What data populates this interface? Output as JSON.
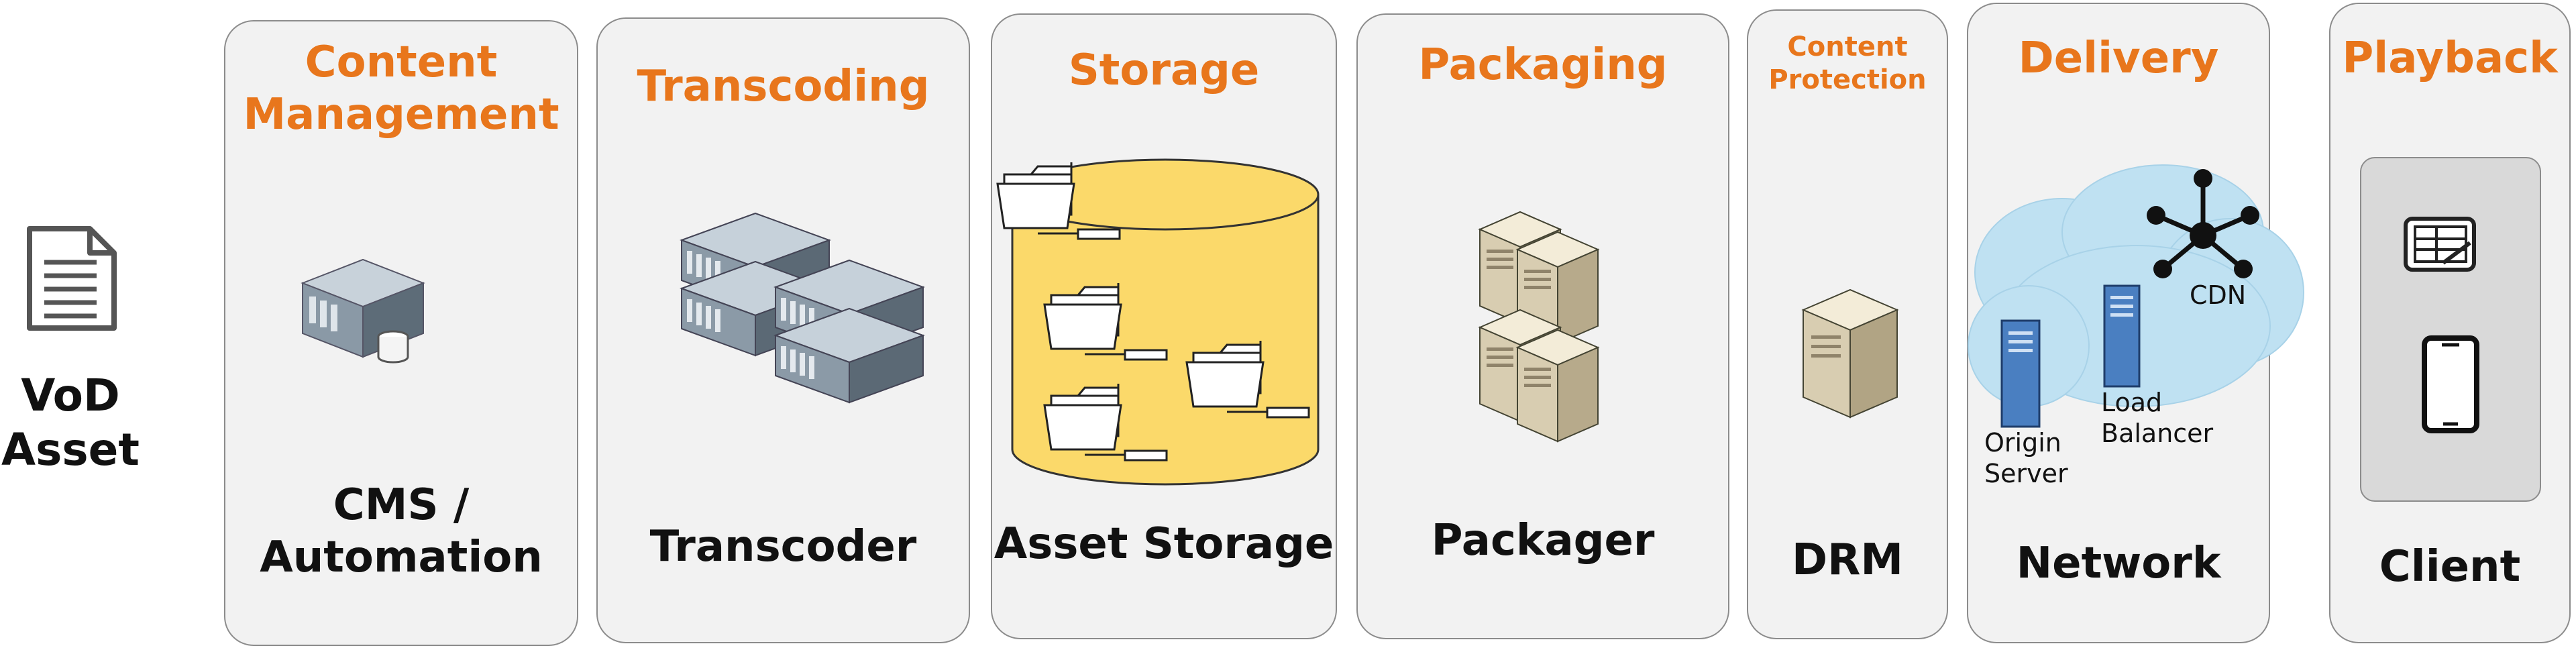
{
  "source": {
    "label": "VoD\nAsset",
    "icon": "document-icon"
  },
  "stages": [
    {
      "id": "content-management",
      "title": "Content\nManagement",
      "component": "CMS /\nAutomation",
      "icon": "server-with-database-icon"
    },
    {
      "id": "transcoding",
      "title": "Transcoding",
      "component": "Transcoder",
      "icon": "server-rack-cluster-icon"
    },
    {
      "id": "storage",
      "title": "Storage",
      "component": "Asset Storage",
      "icon": "database-with-folders-icon"
    },
    {
      "id": "packaging",
      "title": "Packaging",
      "component": "Packager",
      "icon": "tower-servers-icon"
    },
    {
      "id": "content-protection",
      "title": "Content\nProtection",
      "component": "DRM",
      "icon": "tower-server-icon"
    },
    {
      "id": "delivery",
      "title": "Delivery",
      "component": "Network",
      "icon": "cloud-network-icon",
      "network_labels": {
        "cdn": "CDN",
        "load_balancer": "Load\nBalancer",
        "origin_server": "Origin\nServer"
      }
    },
    {
      "id": "playback",
      "title": "Playback",
      "component": "Client",
      "icon": "devices-icon"
    }
  ],
  "colors": {
    "accent": "#e8761c",
    "panel": "#f2f2f2",
    "panel_border": "#8c8c8c",
    "storage_fill": "#fbd96a",
    "cloud": "#bfe1f2"
  }
}
